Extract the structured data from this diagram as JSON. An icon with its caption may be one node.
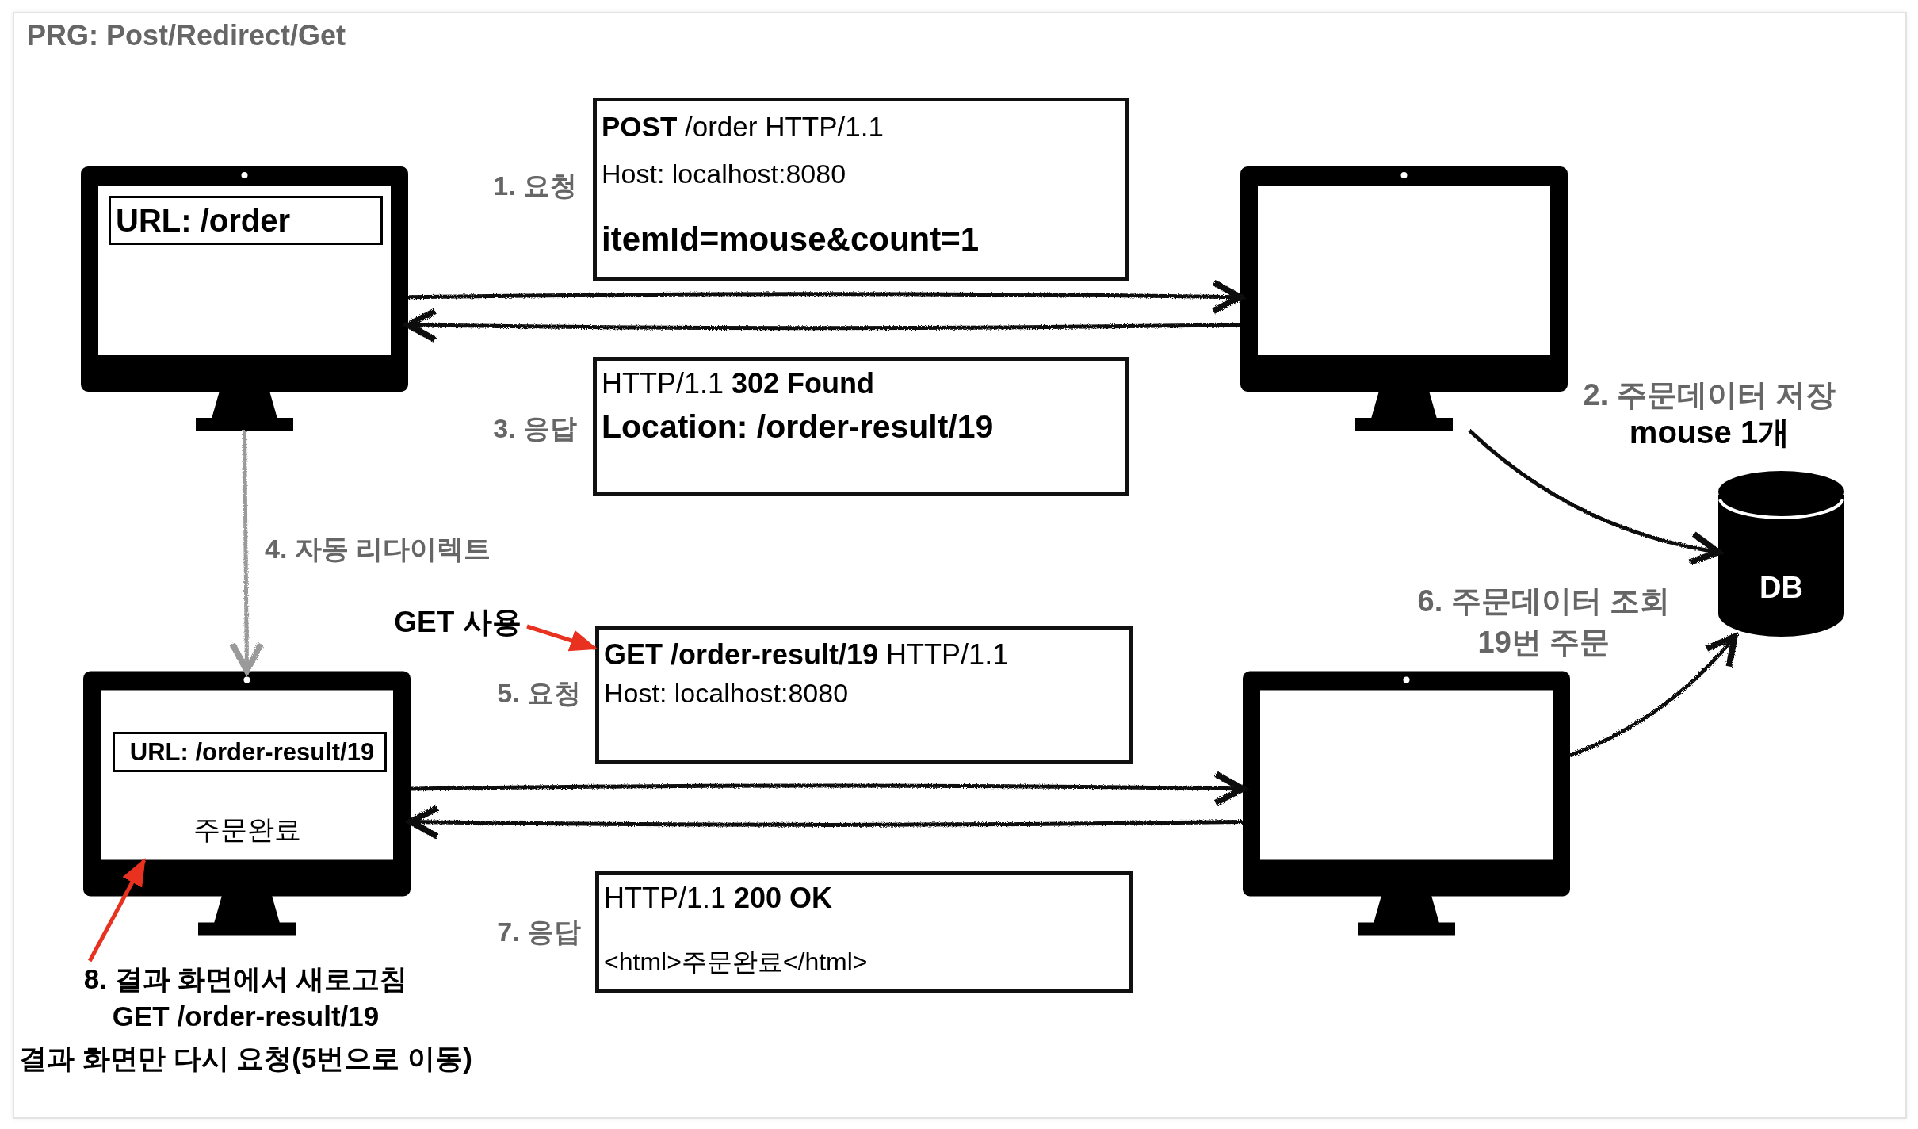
{
  "diagram": {
    "title": "PRG: Post/Redirect/Get",
    "nodes": [
      {
        "text": [],
        "shape": "monitor"
      },
      {
        "text": [
          "URL: /order"
        ],
        "in": 0
      },
      {
        "text": [
          "**POST** /order HTTP/1.1",
          "Host: localhost:8080",
          "itemId=mouse&count=1"
        ],
        "beside": [
          "1. 요청"
        ]
      },
      {
        "text": [],
        "shape": "monitor"
      },
      {
        "text": [
          "HTTP/1.1 **302 Found**",
          "Location: /order-result/19"
        ],
        "beside": [
          "3. 응답"
        ]
      },
      {
        "text": [
          "DB"
        ]
      },
      {
        "text": [
          "주문완료"
        ]
      },
      {
        "text": [
          "URL: /order-result/19"
        ],
        "in": 6
      },
      {
        "text": [
          "**GET /order-result/19** HTTP/1.1",
          "Host: localhost:8080"
        ],
        "beside": [
          "5. 요청"
        ]
      },
      {
        "text": [],
        "shape": "monitor"
      },
      {
        "text": [
          "HTTP/1.1 **200 OK**",
          "<html>주문완료</html>"
        ],
        "beside": [
          "7. 응답"
        ]
      },
      {
        "text": [
          "GET 사용"
        ]
      },
      {
        "text": [
          "8. 결과 화면에서 새로고침",
          "GET /order-result/19",
          "결과 화면만 다시 요청(5번으로 이동)"
        ]
      }
    ],
    "edges": [
      {
        "from": 0,
        "to": 3,
        "arrow": "to"
      },
      {
        "from": 3,
        "to": 0,
        "arrow": "to"
      },
      {
        "from": 3,
        "to": 5,
        "arrow": "to"
      },
      {
        "from": 0,
        "to": 6,
        "arrow": "to",
        "label": "4. 자동 리다이렉트",
        "color": "#9a9a9a"
      },
      {
        "from": 6,
        "to": 9,
        "arrow": "to"
      },
      {
        "from": 9,
        "to": 6,
        "arrow": "to"
      },
      {
        "from": 9,
        "to": 5,
        "arrow": "to"
      },
      {
        "from": 11,
        "to": 8,
        "arrow": "to",
        "color": "#e8311f"
      },
      {
        "from": 12,
        "to": 6,
        "arrow": "to",
        "color": "#e8311f"
      }
    ],
    "labels": [
      "2. 주문데이터 저장",
      "mouse 1개",
      "6. 주문데이터 조회",
      "19번 주문"
    ]
  }
}
